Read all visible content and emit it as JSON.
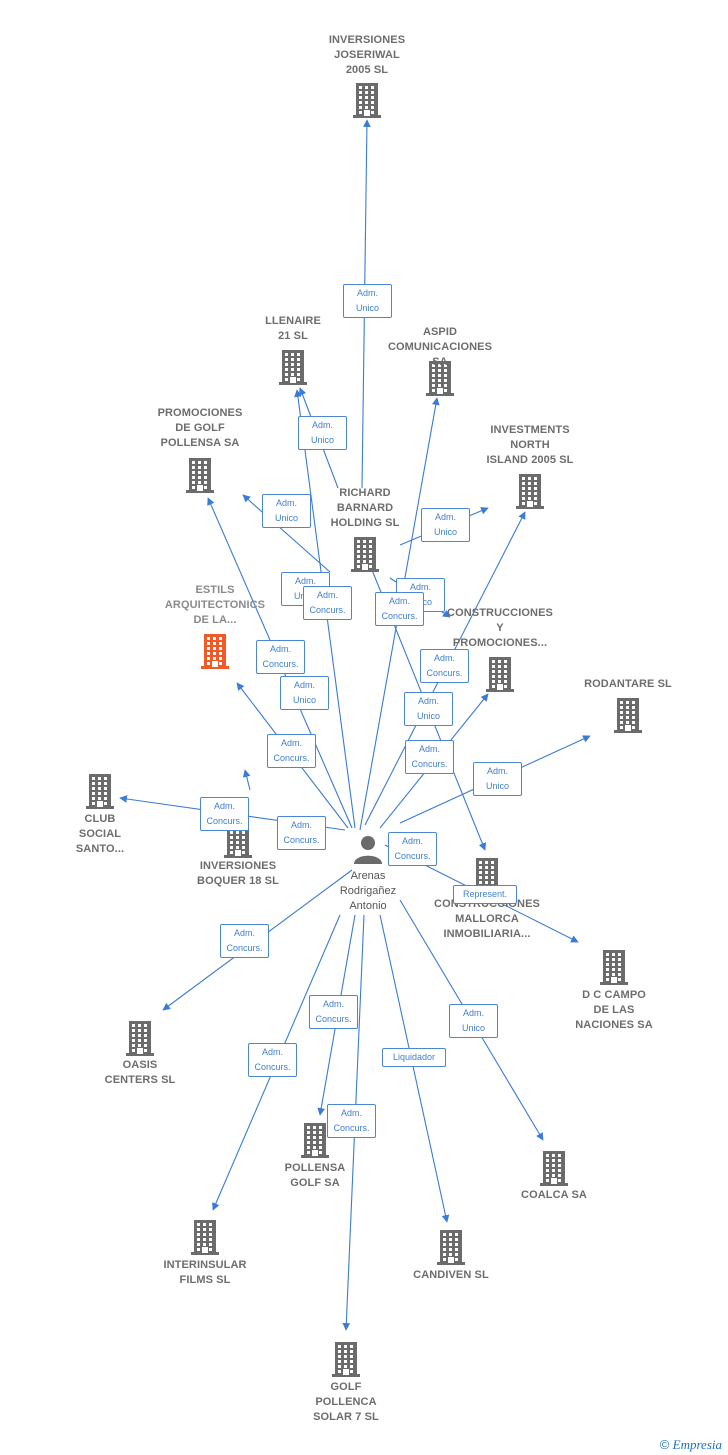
{
  "colors": {
    "edge": "#3a7bd5",
    "building": "#6b6b6b",
    "highlight": "#f05a28",
    "role_text": "#3f7fd0",
    "label": "#6d6d6d"
  },
  "person": {
    "name": "Arenas\nRodrigañez\nAntonio",
    "icon": "person-icon"
  },
  "companies": [
    {
      "id": "joseriwal",
      "name": "INVERSIONES\nJOSERIWAL\n2005 SL"
    },
    {
      "id": "llenaire",
      "name": "LLENAIRE\n21 SL"
    },
    {
      "id": "aspid",
      "name": "ASPID\nCOMUNICACIONES SA"
    },
    {
      "id": "promgolf",
      "name": "PROMOCIONES\nDE GOLF\nPOLLENSA SA"
    },
    {
      "id": "investments",
      "name": "INVESTMENTS\nNORTH\nISLAND 2005 SL"
    },
    {
      "id": "richard",
      "name": "RICHARD\nBARNARD\nHOLDING  SL"
    },
    {
      "id": "estils",
      "name": "ESTILS\nARQUITECTONICS\nDE LA..."
    },
    {
      "id": "construcciones",
      "name": "CONSTRUCCIONES\nY\nPROMOCIONES..."
    },
    {
      "id": "rodantare",
      "name": "RODANTARE SL"
    },
    {
      "id": "club",
      "name": "CLUB\nSOCIAL\nSANTO..."
    },
    {
      "id": "boquer",
      "name": "INVERSIONES\nBOQUER 18 SL"
    },
    {
      "id": "mallorca",
      "name": "CONSTRUCCIONES\nMALLORCA\nINMOBILIARIA..."
    },
    {
      "id": "dccampo",
      "name": "D C CAMPO\nDE LAS\nNACIONES SA"
    },
    {
      "id": "oasis",
      "name": "OASIS\nCENTERS SL"
    },
    {
      "id": "pollensagolf",
      "name": "POLLENSA\nGOLF SA"
    },
    {
      "id": "coalca",
      "name": "COALCA SA"
    },
    {
      "id": "interinsular",
      "name": "INTERINSULAR\nFILMS SL"
    },
    {
      "id": "candiven",
      "name": "CANDIVEN SL"
    },
    {
      "id": "golfsolar",
      "name": "GOLF\nPOLLENCA\nSOLAR 7  SL"
    }
  ],
  "roles": [
    {
      "id": "r1",
      "text": "Adm.\nUnico"
    },
    {
      "id": "r2",
      "text": "Adm.\nUnico"
    },
    {
      "id": "r3",
      "text": "Adm.\nUnico"
    },
    {
      "id": "r4",
      "text": "Adm.\nUnico"
    },
    {
      "id": "r5",
      "text": "Adm.\nUnico"
    },
    {
      "id": "r6",
      "text": "Adm.\nConcurs."
    },
    {
      "id": "r7",
      "text": "Adm.\nUnico"
    },
    {
      "id": "r8",
      "text": "Adm.\nConcurs."
    },
    {
      "id": "r9",
      "text": "Adm.\nConcurs."
    },
    {
      "id": "r10",
      "text": "Adm.\nConcurs."
    },
    {
      "id": "r11",
      "text": "Adm.\nUnico"
    },
    {
      "id": "r12",
      "text": "Adm.\nUnico"
    },
    {
      "id": "r13",
      "text": "Adm.\nConcurs."
    },
    {
      "id": "r14",
      "text": "Adm.\nConcurs."
    },
    {
      "id": "r15",
      "text": "Adm.\nUnico"
    },
    {
      "id": "r16",
      "text": "Adm.\nConcurs."
    },
    {
      "id": "r17",
      "text": "Adm.\nConcurs."
    },
    {
      "id": "r18",
      "text": "Adm.\nConcurs."
    },
    {
      "id": "r19",
      "text": "Represent."
    },
    {
      "id": "r20",
      "text": "Adm.\nConcurs."
    },
    {
      "id": "r21",
      "text": "Adm.\nConcurs."
    },
    {
      "id": "r22",
      "text": "Adm.\nUnico"
    },
    {
      "id": "r23",
      "text": "Adm.\nConcurs."
    },
    {
      "id": "r24",
      "text": "Liquidador"
    },
    {
      "id": "r25",
      "text": "Adm.\nConcurs."
    }
  ],
  "footer": {
    "copyright": "©",
    "brand": "Empresia"
  }
}
